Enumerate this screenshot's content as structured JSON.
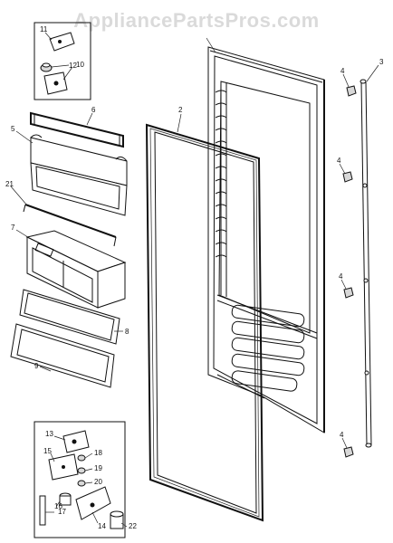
{
  "watermark": "AppliancePartsPros.com",
  "callouts": {
    "c2": "2",
    "c3": "3",
    "c4a": "4",
    "c4b": "4",
    "c4c": "4",
    "c4d": "4",
    "c5": "5",
    "c6": "6",
    "c7": "7",
    "c8": "8",
    "c9": "9",
    "c10": "10",
    "c11": "11",
    "c12": "12",
    "c13": "13",
    "c14": "14",
    "c15": "15",
    "c16": "16",
    "c17": "17",
    "c18": "18",
    "c19": "19",
    "c20": "20",
    "c21": "21",
    "c22": "22"
  }
}
